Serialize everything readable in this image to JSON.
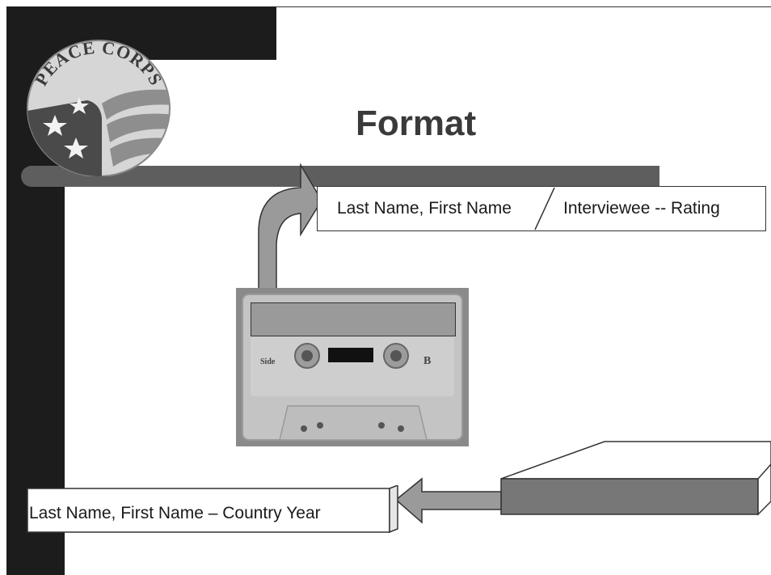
{
  "slide": {
    "title": "Format",
    "logo": {
      "text": "PEACE CORPS"
    },
    "label_spine": {
      "name": "Last Name, First Name",
      "interviewee": "Interviewee -- Rating"
    },
    "label_case": "Last Name, First Name – Country Year",
    "cassette": {
      "side_text": "Side",
      "side_letter": "B"
    }
  },
  "colors": {
    "dark_bar": "#1c1c1c",
    "gray_band": "#5e5e5e",
    "arrow_fill": "#9a9a9a",
    "title": "#3a3a3a"
  },
  "icons": [
    "peace-corps-logo",
    "cassette-tape",
    "curved-arrow-icon",
    "left-arrow-icon"
  ]
}
